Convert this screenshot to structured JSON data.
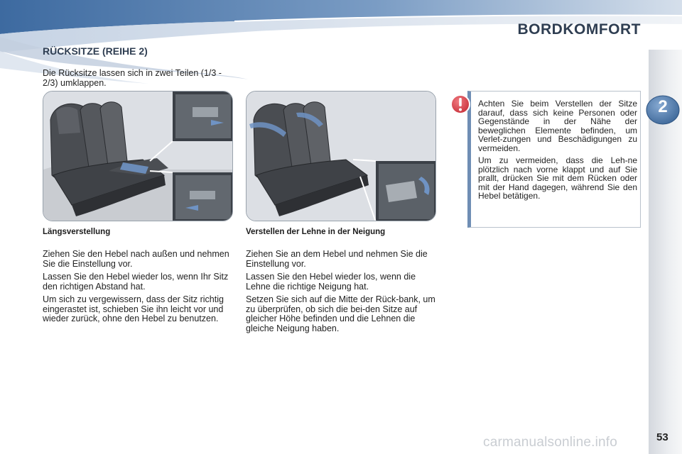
{
  "header": {
    "brand_title": "BORDKOMFORT",
    "section_title": "RÜCKSITZE (REIHE 2)",
    "intro": "Die Rücksitze lassen sich in zwei Teilen (1/3 - 2/3) umklappen."
  },
  "chapter": {
    "number": "2",
    "color": "#4a77a8"
  },
  "left_column": {
    "heading": "Längsverstellung",
    "paragraphs": [
      "Ziehen Sie den Hebel nach außen und nehmen Sie die Einstellung vor.",
      "Lassen Sie den Hebel wieder los, wenn Ihr Sitz den richtigen Abstand hat.",
      "Um sich zu vergewissern, dass der Sitz richtig eingerastet ist, schieben Sie ihn leicht vor und wieder zurück, ohne den Hebel zu benutzen."
    ]
  },
  "right_column": {
    "heading": "Verstellen der Lehne in der Neigung",
    "paragraphs": [
      "Ziehen Sie an dem Hebel und nehmen Sie die Einstellung vor.",
      "Lassen Sie den Hebel wieder los, wenn die Lehne die richtige Neigung hat.",
      "Setzen Sie sich auf die Mitte der Rück-bank, um zu überprüfen, ob sich die bei-den Sitze auf gleicher Höhe befinden und die Lehnen die gleiche Neigung haben."
    ]
  },
  "warning": {
    "icon": "exclamation-icon",
    "accent_color": "#e0474f",
    "paragraphs": [
      "Achten Sie beim Verstellen der Sitze darauf, dass sich keine Personen oder Gegenstände in der Nähe der beweglichen Elemente befinden, um Verlet-zungen und Beschädigungen zu vermeiden.",
      "Um zu vermeiden, dass die Leh-ne plötzlich nach vorne klappt und auf Sie prallt, drücken Sie mit dem Rücken oder mit der Hand dagegen, während Sie den Hebel betätigen."
    ]
  },
  "page_number": "53",
  "watermark": "carmanualsonline.info"
}
